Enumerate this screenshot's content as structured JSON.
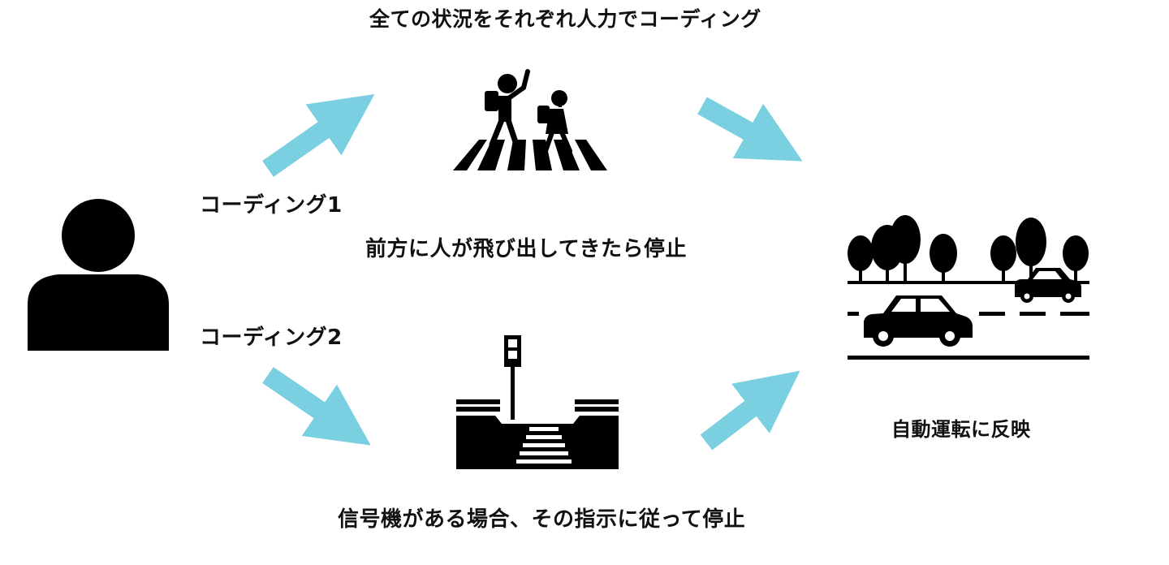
{
  "title": "全ての状況をそれぞれ人力でコーディング",
  "coding1": {
    "label": "コーディング1",
    "rule": "前方に人が飛び出してきたら停止",
    "icon": "crosswalk-children-icon"
  },
  "coding2": {
    "label": "コーディング2",
    "rule": "信号機がある場合、その指示に従って停止",
    "icon": "traffic-signal-crossing-icon"
  },
  "result": {
    "label": "自動運転に反映",
    "icon": "road-cars-trees-icon"
  },
  "person_icon": "person-icon",
  "colors": {
    "arrow": "#7ACFE0",
    "icon": "#000000",
    "text": "#111111"
  }
}
